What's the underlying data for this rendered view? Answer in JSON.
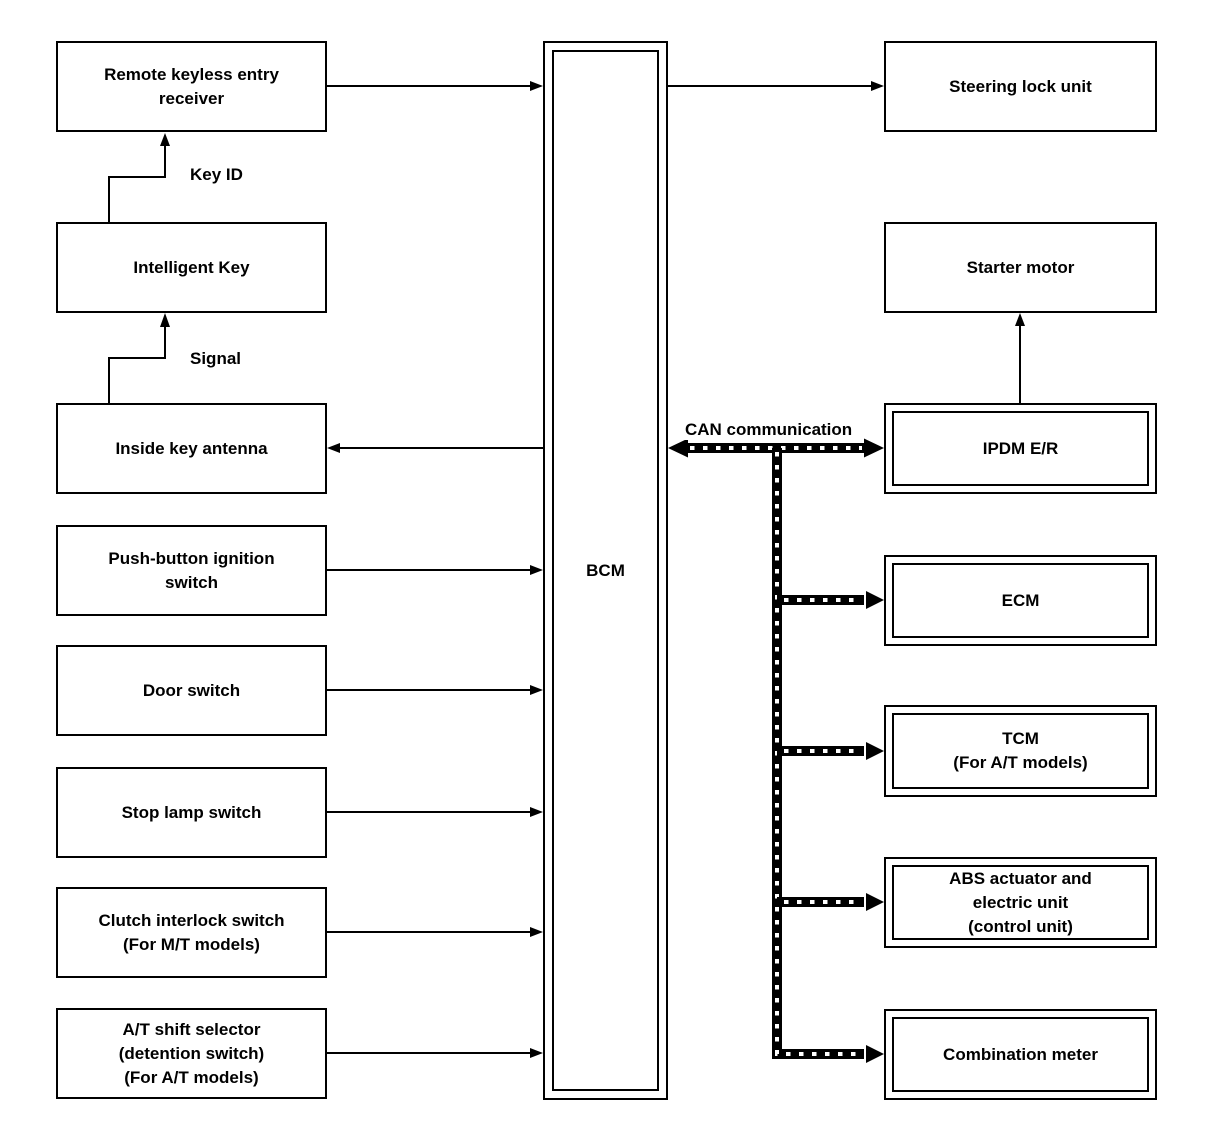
{
  "colors": {
    "background": "#ffffff",
    "line": "#000000"
  },
  "bcm": {
    "label": "BCM"
  },
  "left_column": [
    {
      "label": "Remote keyless entry\nreceiver"
    },
    {
      "label": "Intelligent Key"
    },
    {
      "label": "Inside key antenna"
    },
    {
      "label": "Push-button ignition\nswitch"
    },
    {
      "label": "Door switch"
    },
    {
      "label": "Stop lamp switch"
    },
    {
      "label": "Clutch interlock switch\n(For M/T models)"
    },
    {
      "label": "A/T shift selector\n(detention switch)\n(For A/T models)"
    }
  ],
  "right_column": [
    {
      "label": "Steering lock unit"
    },
    {
      "label": "Starter motor"
    },
    {
      "label": "IPDM E/R"
    },
    {
      "label": "ECM"
    },
    {
      "label": "TCM\n(For A/T models)"
    },
    {
      "label": "ABS actuator and\nelectric unit\n(control unit)"
    },
    {
      "label": "Combination meter"
    }
  ],
  "edge_labels": {
    "key_id": "Key ID",
    "signal": "Signal",
    "can": "CAN communication"
  }
}
